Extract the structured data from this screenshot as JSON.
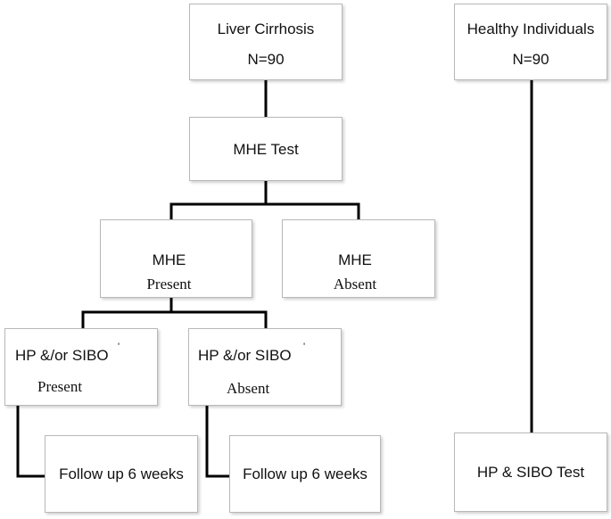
{
  "nodes": {
    "liver_cirrhosis": {
      "line1": "Liver Cirrhosis",
      "line2": "N=90"
    },
    "healthy": {
      "line1": "Healthy Individuals",
      "line2": "N=90"
    },
    "mhe_test": {
      "line1": "MHE Test"
    },
    "mhe_present": {
      "line1": "MHE",
      "line2": "Present"
    },
    "mhe_absent": {
      "line1": "MHE",
      "line2": "Absent"
    },
    "hp_sibo_present": {
      "line1": "HP &/or SIBO",
      "mark": "'",
      "line2": "Present"
    },
    "hp_sibo_absent": {
      "line1": "HP &/or SIBO",
      "mark": "'",
      "line2": "Absent"
    },
    "followup_1": {
      "line1": "Follow up 6 weeks"
    },
    "followup_2": {
      "line1": "Follow up 6 weeks"
    },
    "hp_sibo_test": {
      "line1": "HP & SIBO Test"
    }
  }
}
